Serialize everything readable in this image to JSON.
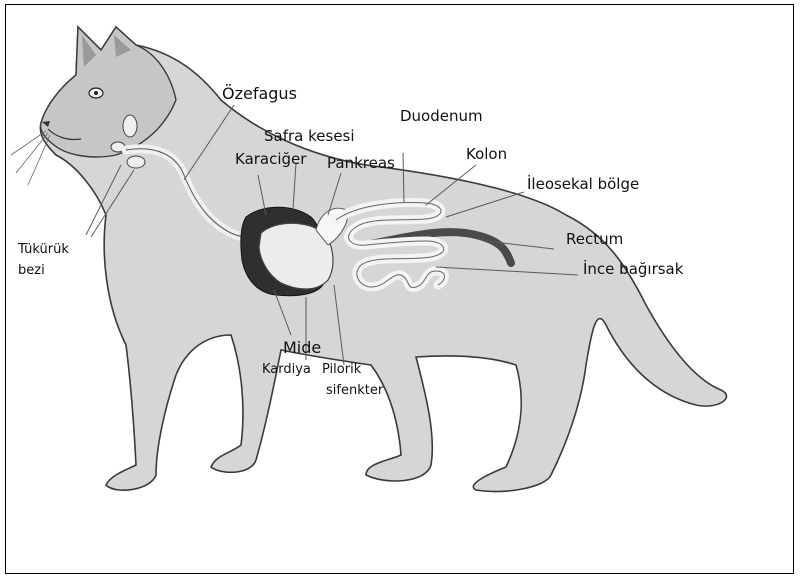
{
  "diagram": {
    "labels": {
      "ozefagus": "Özefagus",
      "safra_kesesi": "Safra kesesi",
      "karaciger": "Karaciğer",
      "pankreas": "Pankreas",
      "duodenum": "Duodenum",
      "kolon": "Kolon",
      "ileosekal": "İleosekal bölge",
      "rectum": "Rectum",
      "ince_bagirsak": "İnce bağırsak",
      "tukuruk": "Tükürük",
      "bezi": "bezi",
      "mide": "Mide",
      "kardiya": "Kardiya",
      "pilorik": "Pilorik",
      "sifenkter": "sifenkter"
    },
    "colors": {
      "body": "#d6d6d6",
      "body_outline": "#3a3a3a",
      "liver": "#2f2f2f",
      "stomach": "#e9e9e9",
      "intestine": "#f4f4f4",
      "colon": "#4a4a4a",
      "leader": "#5a5a5a"
    }
  }
}
